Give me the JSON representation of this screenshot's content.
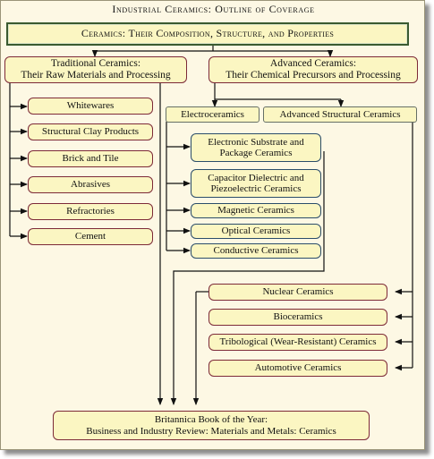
{
  "title": "Industrial Ceramics: Outline of Coverage",
  "root": "Ceramics: Their Composition, Structure, and Properties",
  "traditional": {
    "heading_line1": "Traditional Ceramics:",
    "heading_line2": "Their Raw Materials and Processing",
    "items": [
      "Whitewares",
      "Structural Clay Products",
      "Brick and Tile",
      "Abrasives",
      "Refractories",
      "Cement"
    ]
  },
  "advanced": {
    "heading_line1": "Advanced Ceramics:",
    "heading_line2": "Their Chemical Precursors and Processing",
    "electroceramics": "Electroceramics",
    "structural": "Advanced Structural Ceramics",
    "electro_items": [
      [
        "Electronic Substrate and",
        "Package Ceramics"
      ],
      [
        "Capacitor Dielectric and",
        "Piezoelectric Ceramics"
      ],
      [
        "Magnetic Ceramics"
      ],
      [
        "Optical Ceramics"
      ],
      [
        "Conductive Ceramics"
      ]
    ],
    "structural_items": [
      "Nuclear Ceramics",
      "Bioceramics",
      "Tribological (Wear-Resistant) Ceramics",
      "Automotive Ceramics"
    ]
  },
  "book": {
    "line1": "Britannica Book of the Year:",
    "line2": "Business and Industry Review: Materials and Metals: Ceramics"
  }
}
